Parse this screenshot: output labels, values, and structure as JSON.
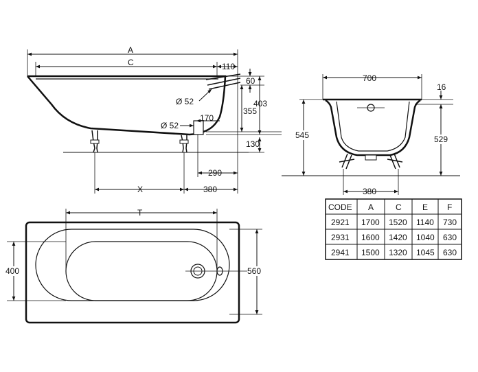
{
  "side_view": {
    "labels": {
      "A": "A",
      "C": "C",
      "d110": "110",
      "d60": "60",
      "d403": "403",
      "d355": "355",
      "d130": "130",
      "phi52_upper": "Ø 52",
      "phi52_lower": "Ø 52",
      "d170": "170",
      "d290": "290",
      "X": "X",
      "d380": "380"
    }
  },
  "end_view": {
    "labels": {
      "d700": "700",
      "d16": "16",
      "d545": "545",
      "d529": "529",
      "d380": "380"
    }
  },
  "top_view": {
    "labels": {
      "T": "T",
      "d400": "400",
      "d560": "560"
    }
  },
  "table": {
    "headers": [
      "CODE",
      "A",
      "C",
      "E",
      "F"
    ],
    "rows": [
      [
        "2921",
        "1700",
        "1520",
        "1140",
        "730"
      ],
      [
        "2931",
        "1600",
        "1420",
        "1040",
        "630"
      ],
      [
        "2941",
        "1500",
        "1320",
        "1045",
        "630"
      ]
    ]
  }
}
